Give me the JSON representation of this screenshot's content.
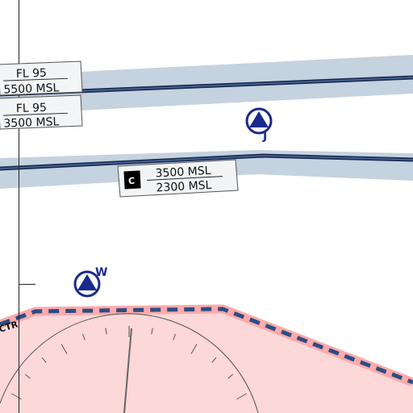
{
  "map": {
    "colors": {
      "airway_band": "#c5d2df",
      "airway_line": "#1b2c4f",
      "ctr_fill": "#fcd8d8",
      "ctr_edge": "#ffaaaa",
      "ctr_dash": "#2b4e85",
      "symbol": "#1a2a8c",
      "label_bg": "#f2f4f6"
    },
    "airways": [
      {
        "id": "upper",
        "label_top": "FL 95",
        "label_bottom": "5500 MSL"
      },
      {
        "id": "middle",
        "label_top": "FL 95",
        "label_bottom": "3500 MSL"
      },
      {
        "id": "lower",
        "class_code": "C",
        "label_top": "3500 MSL",
        "label_bottom": "2300 MSL"
      }
    ],
    "reporting_points": [
      {
        "id": "j",
        "letter": "J"
      },
      {
        "id": "w",
        "letter": "W"
      }
    ],
    "ctr": {
      "label": "CTR"
    }
  }
}
